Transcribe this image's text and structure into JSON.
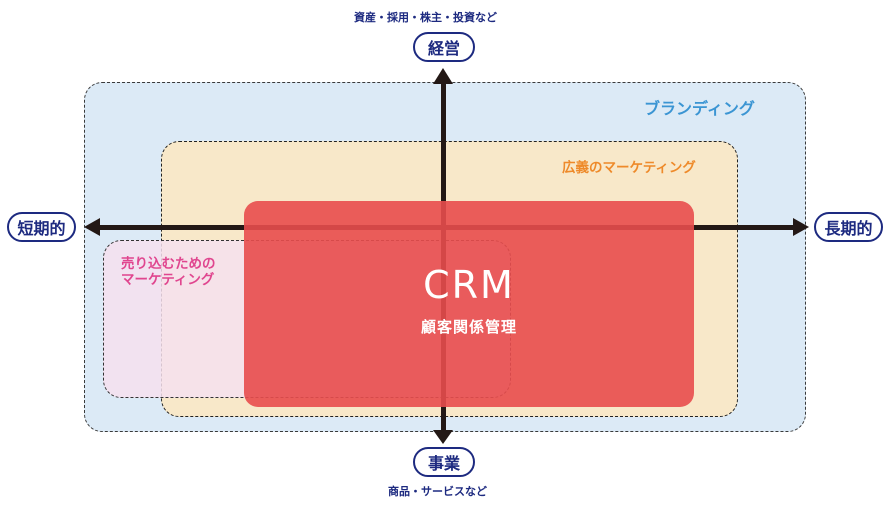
{
  "axes": {
    "top": {
      "label": "経営",
      "caption": "資産・採用・株主・投資など"
    },
    "bottom": {
      "label": "事業",
      "caption": "商品・サービスなど"
    },
    "left": {
      "label": "短期的"
    },
    "right": {
      "label": "長期的"
    }
  },
  "regions": {
    "branding": {
      "label": "ブランディング",
      "color": "#3b95d3",
      "fill": "#dceaf6"
    },
    "broad_marketing": {
      "label": "広義のマーケティング",
      "color": "#ee8a2a",
      "fill": "#f8e8c9"
    },
    "sales_marketing": {
      "line1": "売り込むための",
      "line2": "マーケティング",
      "color": "#e0468f",
      "fill": "#f6e0ee"
    },
    "crm": {
      "title": "CRM",
      "subtitle": "顧客関係管理",
      "fill": "#e84c4c"
    }
  }
}
